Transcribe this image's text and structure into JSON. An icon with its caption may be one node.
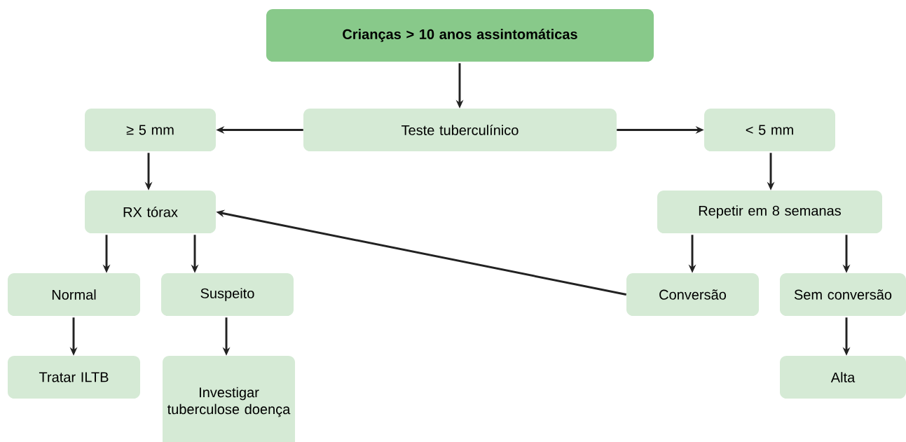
{
  "diagram": {
    "nodes": [
      {
        "text": [
          "Crianças > 10 anos assintomáticas"
        ]
      },
      {
        "text": [
          "Teste tuberculínico"
        ]
      },
      {
        "text": [
          "≥ 5 mm"
        ]
      },
      {
        "text": [
          "< 5 mm"
        ]
      },
      {
        "text": [
          "RX tórax"
        ]
      },
      {
        "text": [
          "Repetir em 8 semanas"
        ]
      },
      {
        "text": [
          "Normal"
        ]
      },
      {
        "text": [
          "Suspeito"
        ]
      },
      {
        "text": [
          "Conversão"
        ]
      },
      {
        "text": [
          "Sem conversão"
        ]
      },
      {
        "text": [
          "Tratar ILTB"
        ]
      },
      {
        "text": [
          "Investigar tuberculose doença"
        ]
      },
      {
        "text": [
          "Alta"
        ]
      }
    ],
    "edges": [
      {
        "from": 0,
        "to": 1,
        "arrow": "to"
      },
      {
        "from": 1,
        "to": 2,
        "arrow": "to"
      },
      {
        "from": 1,
        "to": 3,
        "arrow": "to"
      },
      {
        "from": 2,
        "to": 4,
        "arrow": "to"
      },
      {
        "from": 3,
        "to": 5,
        "arrow": "to"
      },
      {
        "from": 4,
        "to": 6,
        "arrow": "to"
      },
      {
        "from": 4,
        "to": 7,
        "arrow": "to"
      },
      {
        "from": 5,
        "to": 8,
        "arrow": "to"
      },
      {
        "from": 5,
        "to": 9,
        "arrow": "to"
      },
      {
        "from": 8,
        "to": 4,
        "arrow": "to"
      },
      {
        "from": 6,
        "to": 10,
        "arrow": "to"
      },
      {
        "from": 7,
        "to": 11,
        "arrow": "to"
      },
      {
        "from": 9,
        "to": 12,
        "arrow": "to"
      }
    ]
  }
}
